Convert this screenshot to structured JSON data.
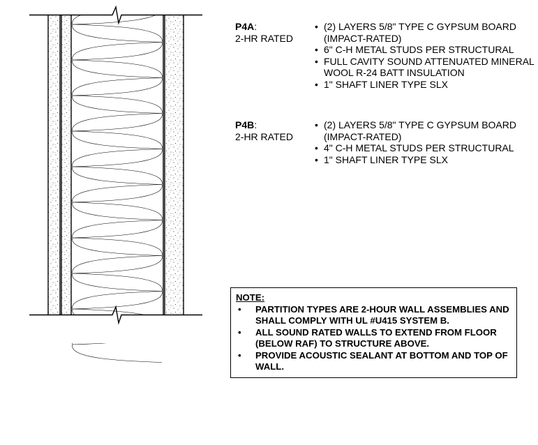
{
  "wall_types": [
    {
      "id": "P4A",
      "rating": "2-HR RATED",
      "items": [
        "(2) LAYERS 5/8\" TYPE C GYPSUM BOARD (IMPACT-RATED)",
        "6\" C-H METAL STUDS PER STRUCTURAL",
        "FULL CAVITY SOUND ATTENUATED MINERAL WOOL R-24 BATT INSULATION",
        "1\" SHAFT LINER TYPE SLX"
      ]
    },
    {
      "id": "P4B",
      "rating": "2-HR RATED",
      "items": [
        "(2) LAYERS 5/8\" TYPE C GYPSUM BOARD (IMPACT-RATED)",
        "4\" C-H METAL STUDS PER STRUCTURAL",
        "1\" SHAFT LINER TYPE SLX"
      ]
    }
  ],
  "note": {
    "header": "NOTE:",
    "items": [
      "PARTITION TYPES ARE 2-HOUR WALL ASSEMBLIES AND SHALL COMPLY WITH UL #U415 SYSTEM B.",
      "ALL SOUND RATED WALLS TO EXTEND FROM FLOOR (BELOW RAF) TO STRUCTURE ABOVE.",
      "PROVIDE ACOUSTIC SEALANT AT BOTTOM AND TOP OF WALL."
    ]
  }
}
